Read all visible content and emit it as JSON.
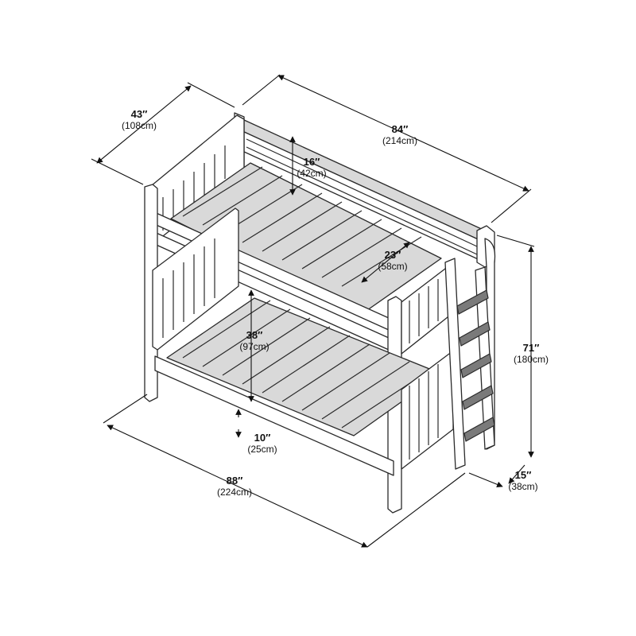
{
  "dimensions": [
    {
      "id": "depth",
      "inch": "43″",
      "cm": "(108cm)"
    },
    {
      "id": "length",
      "inch": "84″",
      "cm": "(214cm)"
    },
    {
      "id": "guardrail",
      "inch": "16″",
      "cm": "(42cm)"
    },
    {
      "id": "top-to-ceiling-inner",
      "inch": "23″",
      "cm": "(58cm)"
    },
    {
      "id": "bunk-clearance",
      "inch": "38″",
      "cm": "(97cm)"
    },
    {
      "id": "height",
      "inch": "71″",
      "cm": "(180cm)"
    },
    {
      "id": "floor-clearance",
      "inch": "10″",
      "cm": "(25cm)"
    },
    {
      "id": "total-length",
      "inch": "88″",
      "cm": "(224cm)"
    },
    {
      "id": "ladder-projection",
      "inch": "15″",
      "cm": "(38cm)"
    }
  ]
}
